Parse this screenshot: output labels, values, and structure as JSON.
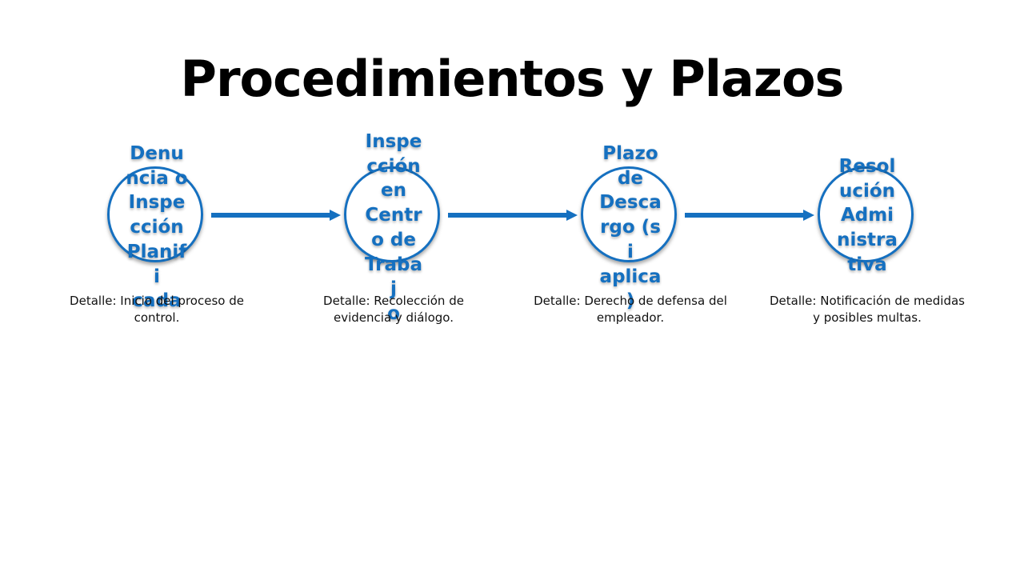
{
  "slide": {
    "title": "Procedimientos y Plazos"
  },
  "colors": {
    "accent": "#1570c0",
    "title": "#000000",
    "detail_text": "#111111"
  },
  "steps": [
    {
      "name": "Denuncia o Inspección Planificada",
      "label_lines": [
        "Denu",
        "ncia o",
        "Inspe",
        "cción",
        "Planifi",
        "cada"
      ],
      "detail": "Detalle: Inicio del proceso de control."
    },
    {
      "name": "Inspección en Centro de Trabajo",
      "label_lines": [
        "Inspe",
        "cción",
        "en",
        "Centr",
        "o de",
        "Trabaj",
        "o"
      ],
      "detail": "Detalle: Recolección de evidencia y diálogo."
    },
    {
      "name": "Plazo de Descargo (si aplica)",
      "label_lines": [
        "Plazo",
        "de",
        "Desca",
        "rgo (si",
        "aplica",
        ")"
      ],
      "detail": "Detalle: Derecho de defensa del empleador."
    },
    {
      "name": "Resolución Administrativa",
      "label_lines": [
        "Resol",
        "ución",
        "Admi",
        "nistra",
        "tiva"
      ],
      "detail": "Detalle: Notificación de medidas y posibles multas."
    }
  ]
}
